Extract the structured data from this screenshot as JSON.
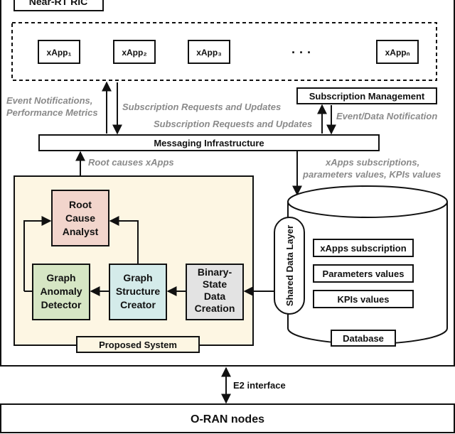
{
  "top_title": "Near-RT RIC",
  "xapps": [
    "xApp₁",
    "xApp₂",
    "xApp₃",
    "· · ·",
    "xAppₙ"
  ],
  "labels": {
    "event_notifications_line1": "Event Notifications,",
    "event_notifications_line2": "Performance Metrics",
    "subscription_requests_1": "Subscription Requests and Updates",
    "subscription_requests_2": "Subscription Requests and Updates",
    "event_data_notification": "Event/Data Notification",
    "root_causes_xapps": "Root causes xApps",
    "xapps_subscriptions_line1": "xApps subscriptions,",
    "xapps_subscriptions_line2": "parameters values, KPIs values",
    "e2_interface": "E2 interface"
  },
  "boxes": {
    "subscription_management": "Subscription Management",
    "messaging_infrastructure": "Messaging Infrastructure",
    "root_cause_analyst": [
      "Root",
      "Cause",
      "Analyst"
    ],
    "graph_anomaly_detector": [
      "Graph",
      "Anomaly",
      "Detector"
    ],
    "graph_structure_creator": [
      "Graph",
      "Structure",
      "Creator"
    ],
    "binary_state_data_creation": [
      "Binary-",
      "State",
      "Data",
      "Creation"
    ],
    "proposed_system": "Proposed System",
    "shared_data_layer": "Shared Data Layer",
    "db_items": [
      "xApps subscription",
      "Parameters values",
      "KPIs values"
    ],
    "database": "Database",
    "oran_nodes": "O-RAN nodes"
  },
  "colors": {
    "proposed_system_bg": "#fdf6e3",
    "root_cause_fill": "#f2d5cc",
    "anomaly_fill": "#d6e6c4",
    "structure_fill": "#d4ebea",
    "binary_fill": "#e3e3e3",
    "note_gray": "#8a8a8a",
    "stroke": "#111111"
  }
}
